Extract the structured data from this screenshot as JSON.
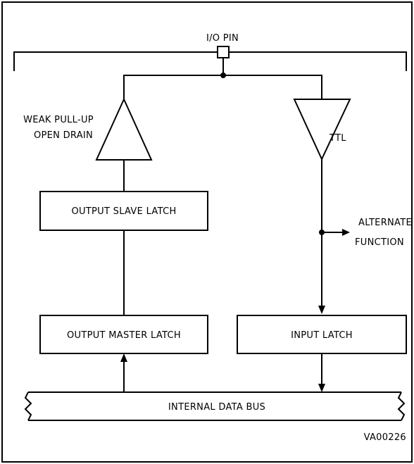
{
  "labels": {
    "io_pin": "I/O PIN",
    "pullup_line1": "WEAK PULL-UP",
    "pullup_line2": "OPEN DRAIN",
    "ttl": "TTL",
    "output_slave_latch": "OUTPUT SLAVE LATCH",
    "alternate_line1": "ALTERNATE",
    "alternate_line2": "FUNCTION",
    "output_master_latch": "OUTPUT MASTER LATCH",
    "input_latch": "INPUT LATCH",
    "internal_data_bus": "INTERNAL DATA BUS",
    "figure_id": "VA00226"
  }
}
